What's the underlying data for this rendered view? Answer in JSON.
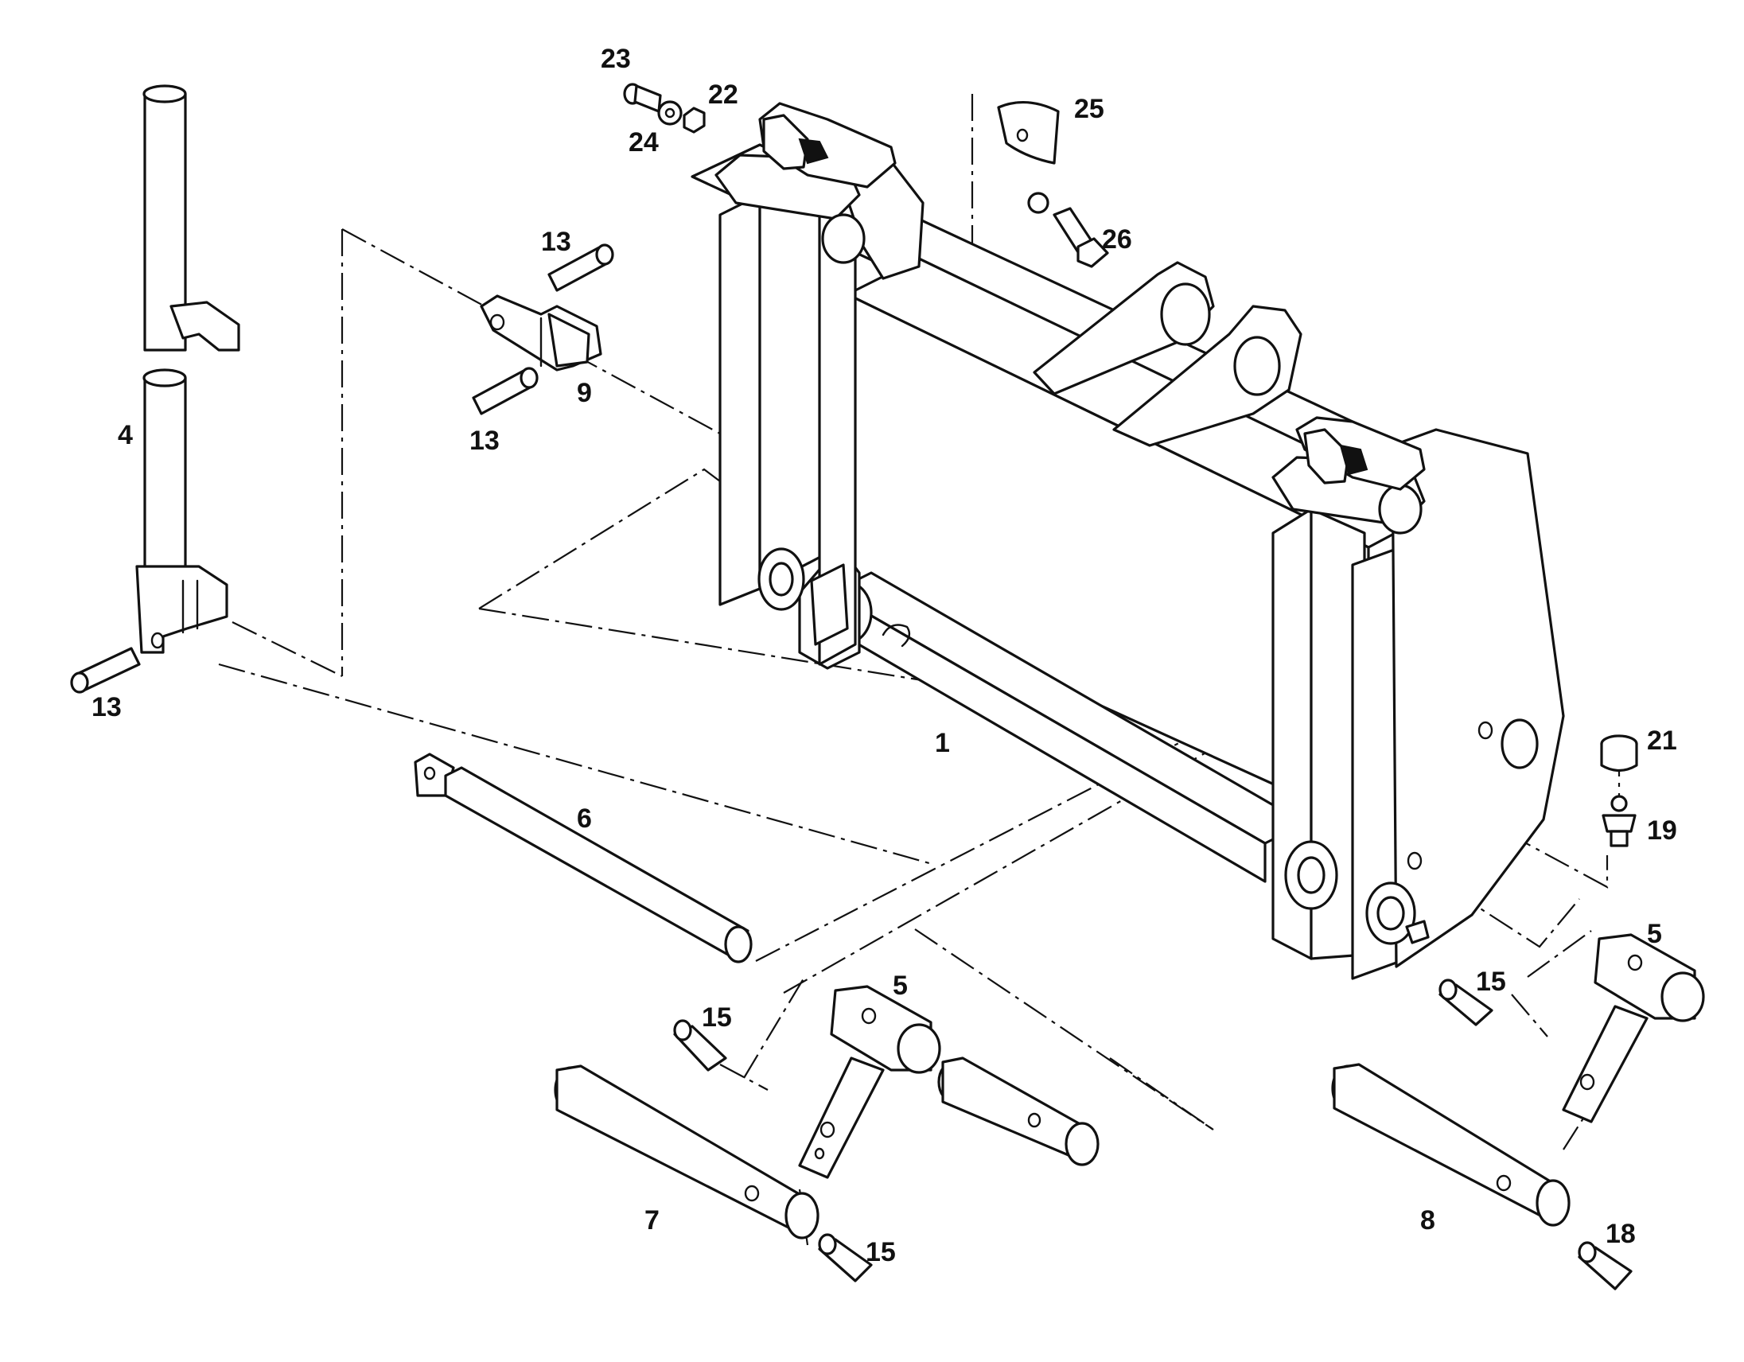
{
  "diagram": {
    "callouts": [
      {
        "id": "c1",
        "text": "1"
      },
      {
        "id": "c4",
        "text": "4"
      },
      {
        "id": "c5a",
        "text": "5"
      },
      {
        "id": "c5b",
        "text": "5"
      },
      {
        "id": "c6",
        "text": "6"
      },
      {
        "id": "c7",
        "text": "7"
      },
      {
        "id": "c8",
        "text": "8"
      },
      {
        "id": "c9",
        "text": "9"
      },
      {
        "id": "c13a",
        "text": "13"
      },
      {
        "id": "c13b",
        "text": "13"
      },
      {
        "id": "c13c",
        "text": "13"
      },
      {
        "id": "c15a",
        "text": "15"
      },
      {
        "id": "c15b",
        "text": "15"
      },
      {
        "id": "c15c",
        "text": "15"
      },
      {
        "id": "c18",
        "text": "18"
      },
      {
        "id": "c19",
        "text": "19"
      },
      {
        "id": "c21",
        "text": "21"
      },
      {
        "id": "c22",
        "text": "22"
      },
      {
        "id": "c23",
        "text": "23"
      },
      {
        "id": "c24",
        "text": "24"
      },
      {
        "id": "c25",
        "text": "25"
      },
      {
        "id": "c26",
        "text": "26"
      }
    ]
  }
}
